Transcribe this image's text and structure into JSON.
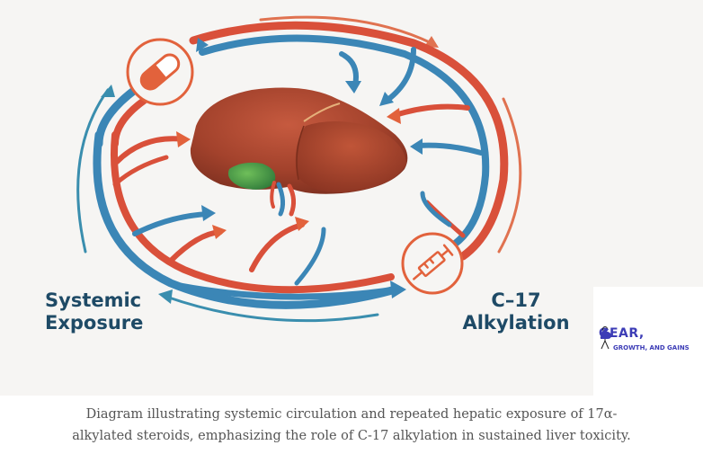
{
  "diagram": {
    "label_left_line1": "Systemic",
    "label_left_line2": "Exposure",
    "label_right_line1": "C–17",
    "label_right_line2": "Alkylation",
    "icons": [
      "pill-icon",
      "syringe-icon",
      "liver-illustration",
      "gallbladder"
    ],
    "colors": {
      "artery": "#d9503a",
      "vein": "#3b86b6",
      "liver": "#a9442e",
      "accent": "#e2623c",
      "text": "#1e4a66"
    }
  },
  "logo": {
    "title": "GEAR,",
    "subtitle": "GROWTH, AND GAINS",
    "color": "#3c3cb6"
  },
  "caption": {
    "line1": "Diagram illustrating systemic circulation and repeated hepatic exposure of 17α-",
    "line2": "alkylated steroids, emphasizing the role of C-17 alkylation in sustained liver toxicity."
  }
}
